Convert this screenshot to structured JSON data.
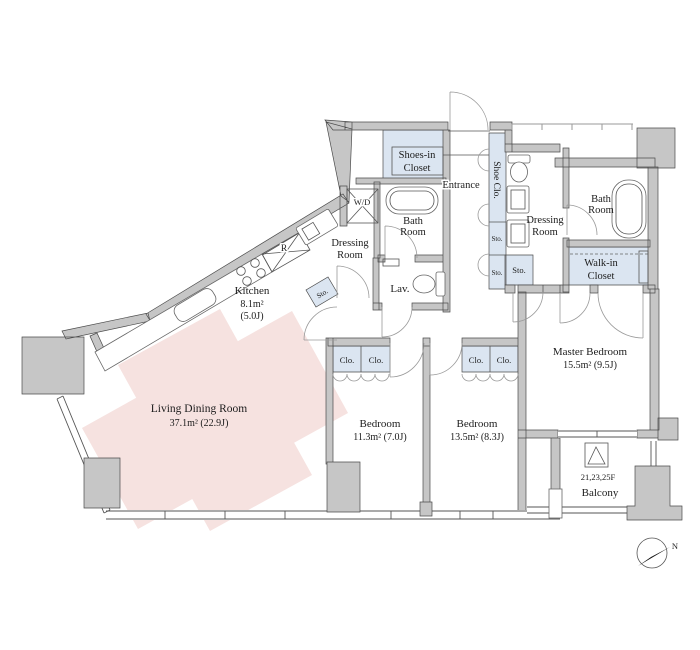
{
  "floor_plan": {
    "rooms": {
      "living_dining": {
        "name": "Living Dining Room",
        "area": "37.1m²  (22.9J)"
      },
      "kitchen": {
        "name": "Kitchen",
        "area_m2": "8.1m²",
        "area_j": "(5.0J)"
      },
      "bedroom_1": {
        "name": "Bedroom",
        "area": "11.3m²  (7.0J)"
      },
      "bedroom_2": {
        "name": "Bedroom",
        "area": "13.5m²  (8.3J)"
      },
      "master_bedroom": {
        "name": "Master Bedroom",
        "area": "15.5m²  (9.5J)"
      },
      "bath_room_left": {
        "line1": "Bath",
        "line2": "Room"
      },
      "bath_room_right": {
        "line1": "Bath",
        "line2": "Room"
      },
      "dressing_room_left": {
        "line1": "Dressing",
        "line2": "Room"
      },
      "dressing_room_right": {
        "line1": "Dressing",
        "line2": "Room"
      },
      "shoes_in_closet": {
        "line1": "Shoes-in",
        "line2": "Closet"
      },
      "walk_in_closet": {
        "line1": "Walk-in",
        "line2": "Closet"
      },
      "entrance": {
        "name": "Entrance"
      },
      "shoe_closet": {
        "name": "Shoe Clo."
      },
      "lavatory": {
        "name": "Lav."
      },
      "balcony": {
        "name": "Balcony",
        "floors_note": "21,23,25F"
      }
    },
    "labels": {
      "washer_dryer": "W/D",
      "refrigerator": "R",
      "storage": "Sto.",
      "closet": "Clo.",
      "north": "N"
    },
    "colors": {
      "wall_fill": "#c6c6c6",
      "closet_fill": "#dbe5f1",
      "ldk_accent": "#f6e2e0"
    }
  }
}
